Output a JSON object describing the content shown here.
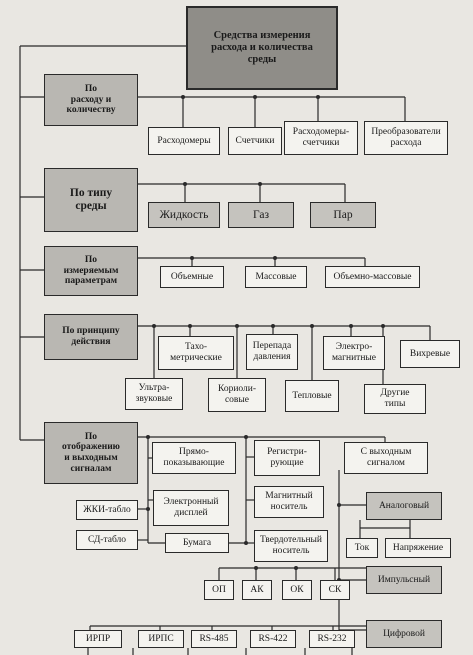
{
  "title": "Средства измерения\nрасхода и количества\nсреды",
  "categories": {
    "flow": "По\nрасходу и\nколичеству",
    "medium": "По типу\nсреды",
    "params": "По\nизмеряемым\nпараметрам",
    "principle": "По принципу\nдействия",
    "display": "По\nотображению\nи выходным\nсигналам"
  },
  "flow_items": [
    "Расходомеры",
    "Счетчики",
    "Расходомеры-\nсчетчики",
    "Преобразователи\nрасхода"
  ],
  "medium_items": [
    "Жидкость",
    "Газ",
    "Пар"
  ],
  "params_items": [
    "Объемные",
    "Массовые",
    "Объемно-массовые"
  ],
  "principle_items": {
    "tacho": "Тахо-\nметрические",
    "pressure_drop": "Перепада\nдавления",
    "electromagnetic": "Электро-\nмагнитные",
    "vortex": "Вихревые",
    "ultrasonic": "Ультра-\nзвуковые",
    "coriolis": "Кориоли-\nсовые",
    "thermal": "Тепловые",
    "other": "Другие\nтипы"
  },
  "display_items": {
    "direct": "Прямо-\nпоказывающие",
    "recording": "Регистри-\nрующие",
    "output_signal": "С выходным\nсигналом",
    "lcd": "ЖКИ-табло",
    "electronic_display": "Электронный\nдисплей",
    "led": "СД-табло",
    "magnetic_media": "Магнитный\nноситель",
    "paper": "Бумага",
    "solid_media": "Твердотельный\nноситель",
    "analog": "Аналоговый",
    "current": "Ток",
    "voltage": "Напряжение",
    "pulse": "Импульсный",
    "digital": "Цифровой"
  },
  "pulse_items": [
    "ОП",
    "АК",
    "ОК",
    "СК"
  ],
  "digital_items": [
    "ИРПР",
    "ИРПС",
    "RS-485",
    "RS-422",
    "RS-232"
  ]
}
